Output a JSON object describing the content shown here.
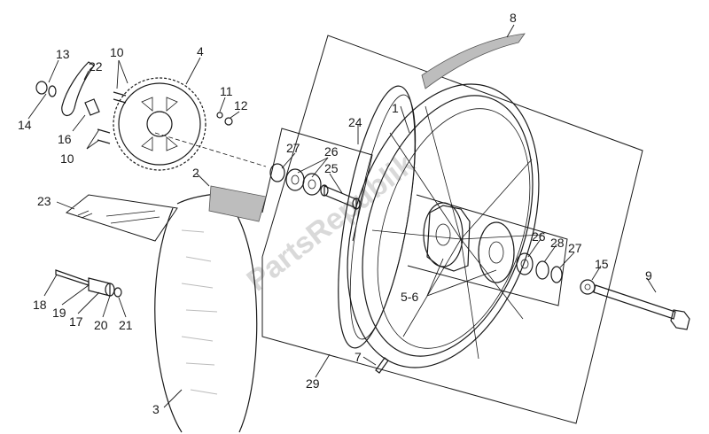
{
  "watermark": "PartsRepublik",
  "callouts": [
    {
      "id": "c1",
      "text": "1"
    },
    {
      "id": "c2",
      "text": "2"
    },
    {
      "id": "c3",
      "text": "3"
    },
    {
      "id": "c4",
      "text": "4"
    },
    {
      "id": "c56",
      "text": "5-6"
    },
    {
      "id": "c7",
      "text": "7"
    },
    {
      "id": "c8",
      "text": "8"
    },
    {
      "id": "c9",
      "text": "9"
    },
    {
      "id": "c10a",
      "text": "10"
    },
    {
      "id": "c10b",
      "text": "10"
    },
    {
      "id": "c11",
      "text": "11"
    },
    {
      "id": "c12",
      "text": "12"
    },
    {
      "id": "c13",
      "text": "13"
    },
    {
      "id": "c14",
      "text": "14"
    },
    {
      "id": "c15",
      "text": "15"
    },
    {
      "id": "c16",
      "text": "16"
    },
    {
      "id": "c17",
      "text": "17"
    },
    {
      "id": "c18",
      "text": "18"
    },
    {
      "id": "c19",
      "text": "19"
    },
    {
      "id": "c20",
      "text": "20"
    },
    {
      "id": "c21",
      "text": "21"
    },
    {
      "id": "c22",
      "text": "22"
    },
    {
      "id": "c23",
      "text": "23"
    },
    {
      "id": "c24",
      "text": "24"
    },
    {
      "id": "c25",
      "text": "25"
    },
    {
      "id": "c26a",
      "text": "26"
    },
    {
      "id": "c26b",
      "text": "26"
    },
    {
      "id": "c27a",
      "text": "27"
    },
    {
      "id": "c27b",
      "text": "27"
    },
    {
      "id": "c28",
      "text": "28"
    },
    {
      "id": "c29",
      "text": "29"
    }
  ]
}
